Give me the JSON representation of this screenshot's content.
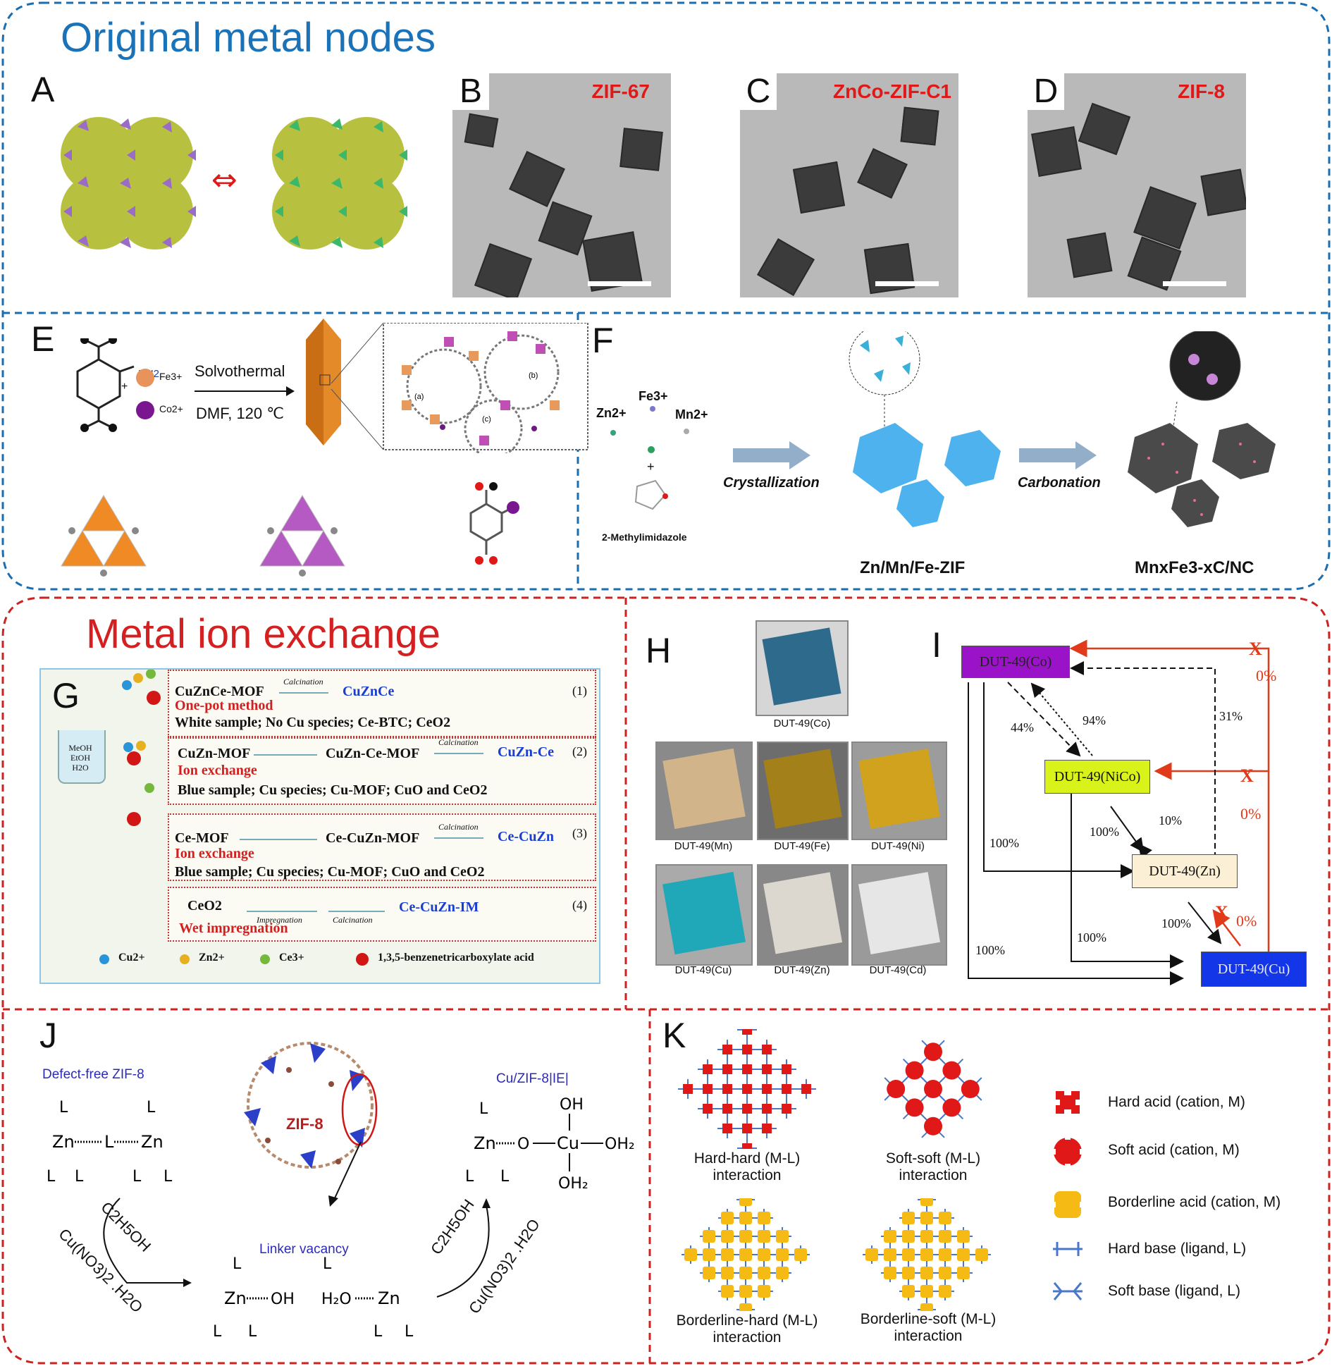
{
  "sections": {
    "top_title": "Original metal nodes",
    "mid_title": "Metal ion exchange"
  },
  "panels": {
    "A": "A",
    "B": "B",
    "C": "C",
    "D": "D",
    "E": "E",
    "F": "F",
    "G": "G",
    "H": "H",
    "I": "I",
    "J": "J",
    "K": "K"
  },
  "tem": {
    "b_label": "ZIF-67",
    "c_label": "ZnCo-ZIF-C1",
    "d_label": "ZIF-8"
  },
  "panel_e": {
    "nh2": "NH2",
    "fe": "Fe3+",
    "co": "Co2+",
    "plus": "+",
    "condition_top": "Solvothermal",
    "condition_bottom": "DMF, 120 ℃",
    "tag_a": "(a)",
    "tag_b": "(b)",
    "tag_c": "(c)"
  },
  "panel_f": {
    "zn": "Zn2+",
    "fe": "Fe3+",
    "mn": "Mn2+",
    "plus": "+",
    "ligand": "2-Methylimidazole",
    "step1": "Crystallization",
    "step2": "Carbonation",
    "product1": "Zn/Mn/Fe-ZIF",
    "product2": "MnxFe3-xC/NC"
  },
  "panel_g": {
    "beaker": [
      "MeOH",
      "EtOH",
      "H2O"
    ],
    "rows": [
      {
        "start": "CuZnCe-MOF",
        "step": "Calcination",
        "end": "CuZnCe",
        "method": "One-pot method",
        "desc": "White sample; No Cu species; Ce-BTC; CeO2",
        "num": "(1)"
      },
      {
        "start": "CuZn-MOF",
        "mid": "CuZn-Ce-MOF",
        "step": "Calcination",
        "end": "CuZn-Ce",
        "method": "Ion exchange",
        "desc": "Blue sample; Cu species; Cu-MOF; CuO and CeO2",
        "num": "(2)"
      },
      {
        "start": "Ce-MOF",
        "mid": "Ce-CuZn-MOF",
        "step": "Calcination",
        "end": "Ce-CuZn",
        "method": "Ion exchange",
        "desc": "Blue sample; Cu species; Cu-MOF; CuO and CeO2",
        "num": "(3)"
      },
      {
        "start": "CeO2",
        "step1": "Impregnation",
        "step": "Calcination",
        "end": "Ce-CuZn-IM",
        "method": "Wet impregnation",
        "num": "(4)"
      }
    ],
    "legend": [
      "Cu2+",
      "Zn2+",
      "Ce3+",
      "1,3,5-benzenetricarboxylate acid"
    ]
  },
  "panel_h": {
    "captions": [
      "DUT-49(Co)",
      "DUT-49(Mn)",
      "DUT-49(Fe)",
      "DUT-49(Ni)",
      "DUT-49(Cu)",
      "DUT-49(Zn)",
      "DUT-49(Cd)"
    ]
  },
  "panel_i": {
    "boxes": [
      "DUT-49(Co)",
      "DUT-49(NiCo)",
      "DUT-49(Zn)",
      "DUT-49(Cu)"
    ],
    "pct": {
      "co_nico": "44%",
      "nico_co": "94%",
      "zn_co": "31%",
      "nico_zn": "100%",
      "zn_nico": "10%",
      "co_zn": "100%",
      "zn_cu": "100%",
      "nico_cu": "100%",
      "co_cu": "100%",
      "cu_co": "0%",
      "cu_nico": "0%",
      "cu_zn": "0%"
    },
    "x": "X"
  },
  "panel_j": {
    "left_title": "Defect-free ZIF-8",
    "center": "ZIF-8",
    "vacancy": "Linker vacancy",
    "right_title": "Cu/ZIF-8|IE|",
    "reagent1": "C2H5OH",
    "reagent2": "Cu(NO3)2 .H2O"
  },
  "panel_k": {
    "grids": [
      "Hard-hard (M-L) interaction",
      "Soft-soft (M-L) interaction",
      "Borderline-hard (M-L) interaction",
      "Borderline-soft (M-L) interaction"
    ],
    "legend": [
      "Hard acid (cation, M)",
      "Soft acid (cation, M)",
      "Borderline acid (cation, M)",
      "Hard base (ligand, L)",
      "Soft base (ligand, L)"
    ]
  },
  "colors": {
    "blue_border": "#1a6eb0",
    "red_border": "#cc2222",
    "red_label": "#e01818",
    "dut_co": "#9b13c9",
    "dut_nico": "#d9f21a",
    "dut_zn": "#fbf0d5",
    "dut_cu": "#1236e8"
  }
}
